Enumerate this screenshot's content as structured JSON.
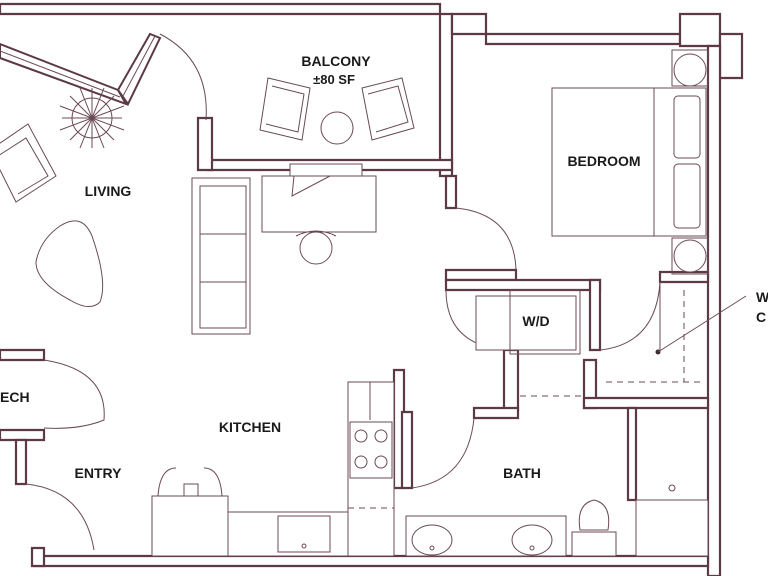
{
  "rooms": {
    "balcony": "BALCONY",
    "balcony_area": "±80 SF",
    "living": "LIVING",
    "bedroom": "BEDROOM",
    "wd": "W/D",
    "wic_line1": "W",
    "wic_line2": "C",
    "mech": "ECH",
    "kitchen": "KITCHEN",
    "entry": "ENTRY",
    "bath": "BATH"
  },
  "colors": {
    "line": "#5c3a45",
    "text": "#1a1a1a"
  }
}
